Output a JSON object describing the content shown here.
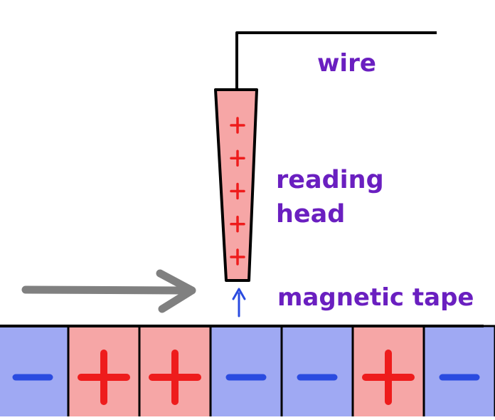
{
  "labels": {
    "wire": "wire",
    "reading_head_line1": "reading",
    "reading_head_line2": "head",
    "magnetic_tape": "magnetic tape"
  },
  "head_charges": [
    "+",
    "+",
    "+",
    "+",
    "+"
  ],
  "tape_segments": [
    "-",
    "+",
    "+",
    "-",
    "-",
    "+",
    "-"
  ],
  "colors": {
    "label": "#6a1fc0",
    "plus_fill": "#f6a6a6",
    "minus_fill": "#9fa9f3",
    "plus_sign": "#ee1c1c",
    "minus_sign": "#2a4be0",
    "motion_arrow": "#808080",
    "read_arrow": "#2a4be0",
    "outline": "#000000"
  }
}
